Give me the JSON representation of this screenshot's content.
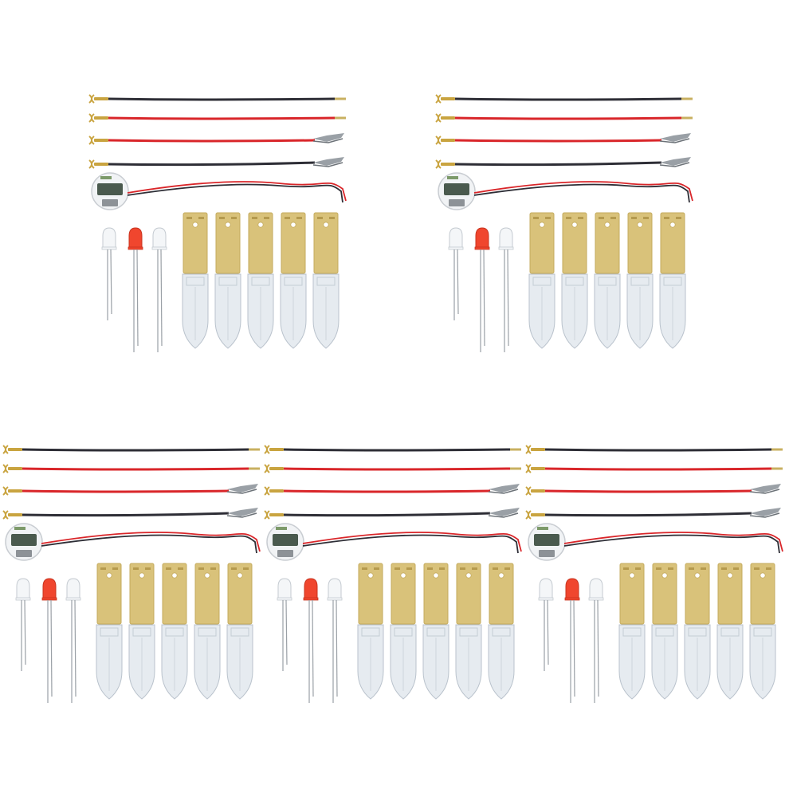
{
  "image": {
    "description_free": true,
    "kits": [
      {
        "id": "kit-1"
      },
      {
        "id": "kit-2"
      },
      {
        "id": "kit-3"
      },
      {
        "id": "kit-4"
      },
      {
        "id": "kit-5"
      }
    ],
    "colors": {
      "wire_black": "#2e2e36",
      "wire_red": "#d9262a",
      "copper_tab": "#d9c27a",
      "copper_tab_edge": "#c4ab5e",
      "zinc_plate": "#e6ebf0",
      "zinc_edge": "#b9c2cc",
      "led_red": "#f0462e",
      "led_clear": "#f4f6f8",
      "lcd_screen": "#4a5a4e",
      "clip_metal": "#9aa0a6",
      "spade_gold": "#c9a440"
    },
    "wires": [
      "black",
      "red",
      "red",
      "black"
    ],
    "leds": [
      "clear",
      "red",
      "clear"
    ],
    "electrode_count": 5
  }
}
